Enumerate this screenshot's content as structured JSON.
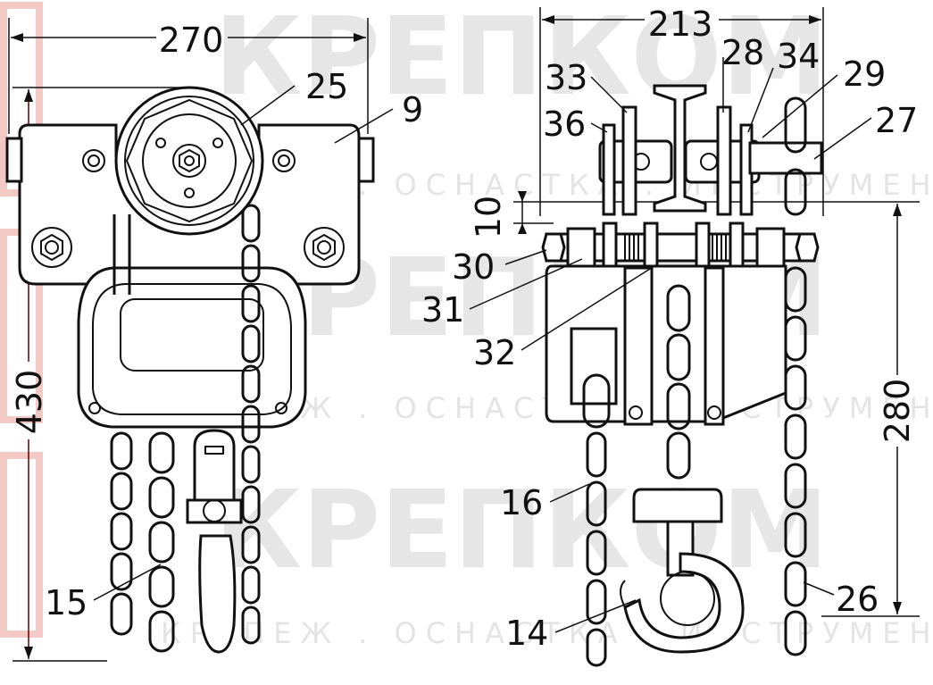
{
  "watermark": {
    "brand": "КРЕПКОМ",
    "tagline": "КРЕПЕЖ . ОСНАСТКА . ИНСТРУМЕНТ"
  },
  "dimensions": {
    "width_front": "270",
    "height_total": "430",
    "width_side": "213",
    "gap": "10",
    "height_chain": "280"
  },
  "callouts": {
    "c9": "9",
    "c25": "25",
    "c15": "15",
    "c33": "33",
    "c36": "36",
    "c28": "28",
    "c34": "34",
    "c29": "29",
    "c27": "27",
    "c30": "30",
    "c31": "31",
    "c32": "32",
    "c16": "16",
    "c14": "14",
    "c26": "26"
  },
  "colors": {
    "line": "#111111",
    "dimension": "#6b0000",
    "watermark": "#e6e6e6"
  }
}
